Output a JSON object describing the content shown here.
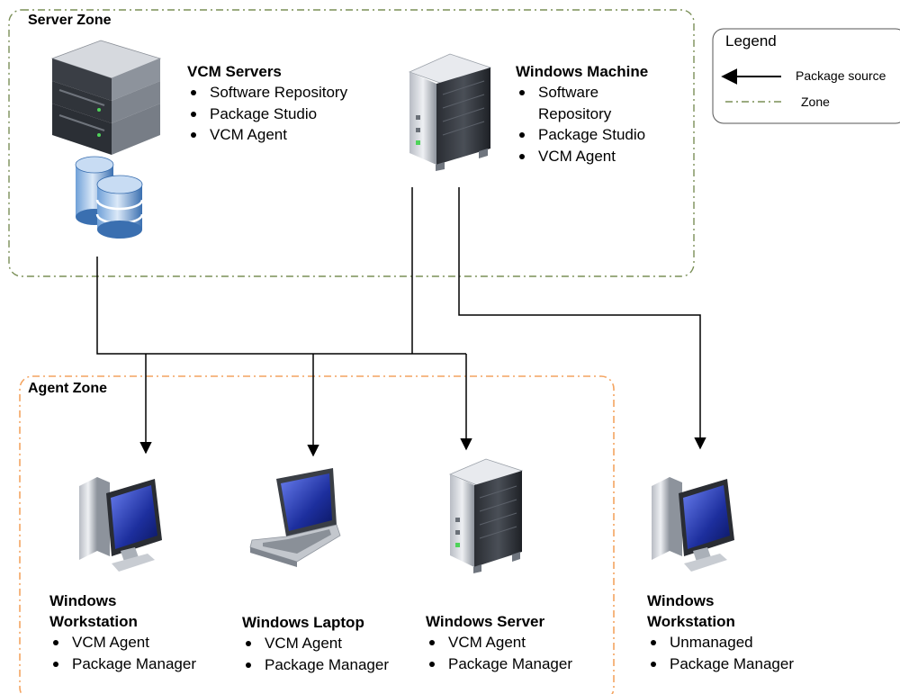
{
  "zones": {
    "server": {
      "title": "Server Zone",
      "color": "#7a8f57"
    },
    "agent": {
      "title": "Agent Zone",
      "color": "#f4a460"
    }
  },
  "legend": {
    "title": "Legend",
    "items": [
      {
        "label": "Package source",
        "symbol": "arrow-left-icon"
      },
      {
        "label": "Zone",
        "symbol": "dash-dot-line"
      }
    ]
  },
  "nodes": {
    "vcm_servers": {
      "title": "VCM Servers",
      "items": [
        "Software Repository",
        "Package Studio",
        "VCM Agent"
      ],
      "icons": [
        "server-rack-icon",
        "database-icon"
      ]
    },
    "windows_machine": {
      "title": "Windows Machine",
      "items": [
        "Software",
        "Repository",
        "Package Studio",
        "VCM Agent"
      ],
      "icons": [
        "tower-server-icon"
      ]
    },
    "workstation_managed": {
      "title_lines": [
        "Windows",
        "Workstation"
      ],
      "items": [
        "VCM Agent",
        "Package Manager"
      ],
      "icons": [
        "desktop-computer-icon"
      ]
    },
    "laptop": {
      "title": "Windows Laptop",
      "items": [
        "VCM Agent",
        "Package Manager"
      ],
      "icons": [
        "laptop-icon"
      ]
    },
    "windows_server": {
      "title": "Windows Server",
      "items": [
        "VCM Agent",
        "Package Manager"
      ],
      "icons": [
        "tower-server-icon"
      ]
    },
    "workstation_unmanaged": {
      "title_lines": [
        "Windows",
        "Workstation"
      ],
      "items": [
        "Unmanaged",
        "Package Manager"
      ],
      "icons": [
        "desktop-computer-icon"
      ]
    }
  },
  "connections": [
    {
      "from": "vcm_servers",
      "to": "workstation_managed"
    },
    {
      "from": "vcm_servers",
      "to": "laptop"
    },
    {
      "from": "vcm_servers",
      "to": "windows_server"
    },
    {
      "from": "windows_machine",
      "to": "workstation_managed"
    },
    {
      "from": "windows_machine",
      "to": "laptop"
    },
    {
      "from": "windows_machine",
      "to": "windows_server"
    },
    {
      "from": "windows_machine",
      "to": "workstation_unmanaged"
    }
  ]
}
